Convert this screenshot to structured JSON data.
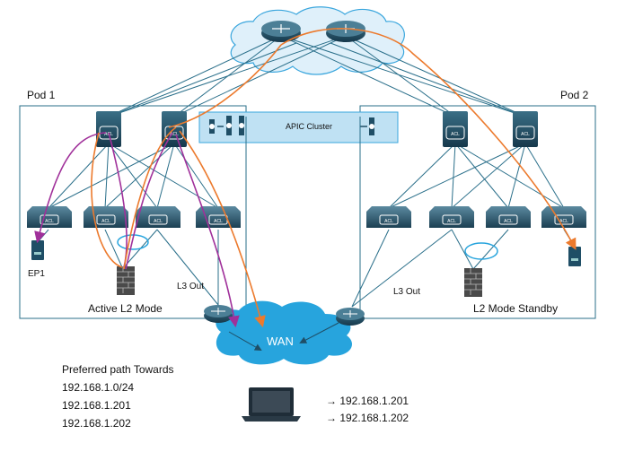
{
  "pods": {
    "pod1": {
      "title": "Pod 1",
      "mode": "Active  L2 Mode",
      "l3out": "L3 Out",
      "endpoint": "EP1"
    },
    "pod2": {
      "title": "Pod 2",
      "mode": "L2 Mode Standby",
      "l3out": "L3 Out"
    }
  },
  "apic": {
    "label": "APIC Cluster"
  },
  "wan": {
    "label": "WAN"
  },
  "preferred_path": {
    "heading": "Preferred path Towards",
    "subnets": [
      "192.168.1.0/24",
      "192.168.1.201",
      "192.168.1.202"
    ]
  },
  "destinations": [
    "→ 192.168.1.201",
    "→ 192.168.1.202"
  ],
  "device_labels": {
    "acl": "ACL"
  },
  "colors": {
    "spine_link": "#2a6f8a",
    "cloud_fill": "#dff0fa",
    "cloud_stroke": "#3aa6dd",
    "wan_fill": "#27a4dd",
    "switch_body": "#1f4e66",
    "apic_fill": "#bfe1f3",
    "purple_path": "#a0309a",
    "orange_path": "#ec7a2d"
  }
}
